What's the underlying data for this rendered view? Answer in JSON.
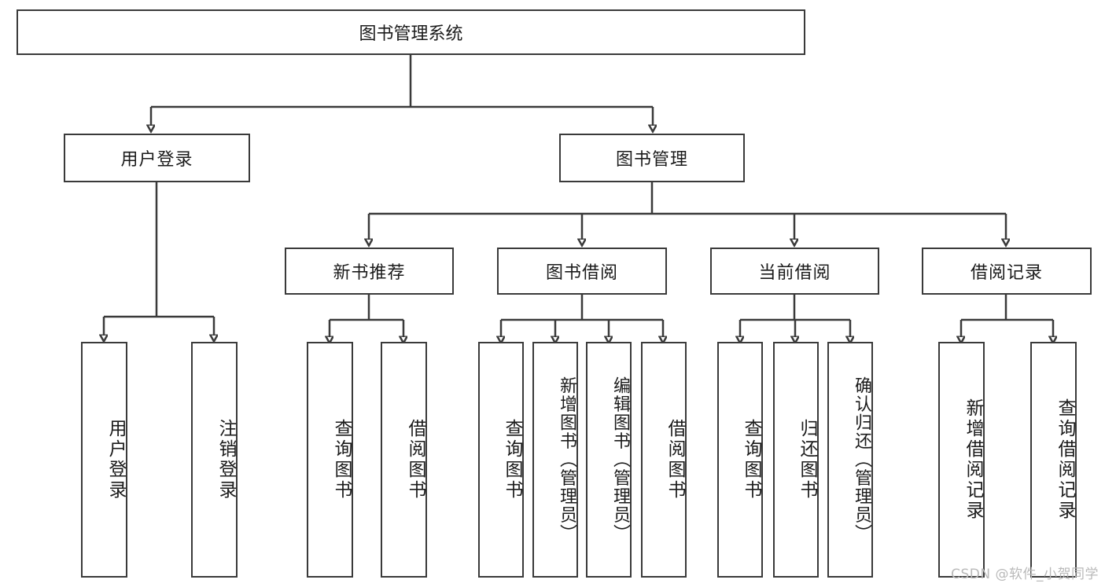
{
  "diagram": {
    "type": "tree",
    "title": "图书管理系统",
    "watermark": "CSDN @软件_小贺同学",
    "colors": {
      "line": "#3a3a3a",
      "box_fill": "#ffffff",
      "text": "#1b1b1b",
      "watermark": "#b9b9b9"
    },
    "nodes": {
      "root": "图书管理系统",
      "level2": {
        "user_login": "用户登录",
        "book_manage": "图书管理"
      },
      "level3": {
        "new_book_rec": "新书推荐",
        "book_borrow": "图书借阅",
        "current_borrow": "当前借阅",
        "borrow_record": "借阅记录"
      },
      "leaves": {
        "login_1": "用户登录",
        "login_2": "注销登录",
        "newbook_1": "查询图书",
        "newbook_2": "借阅图书",
        "borrow_1": "查询图书",
        "borrow_2": "新增图书（管理员）",
        "borrow_3": "编辑图书（管理员）",
        "borrow_4": "借阅图书",
        "current_1": "查询图书",
        "current_2": "归还图书",
        "current_3": "确认归还（管理员）",
        "record_1": "新增借阅记录",
        "record_2": "查询借阅记录"
      }
    }
  }
}
